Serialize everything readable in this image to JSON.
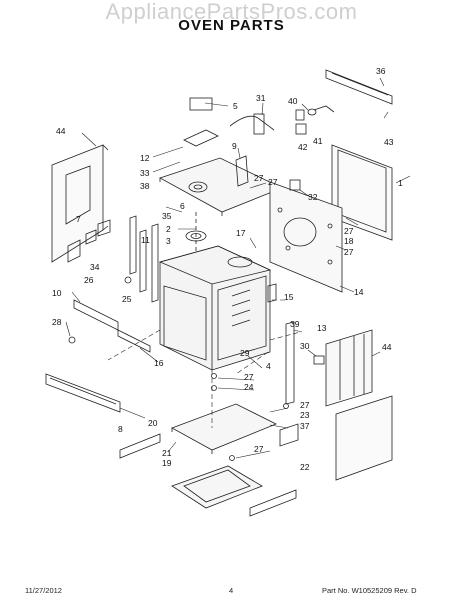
{
  "watermark": "AppliancePartsPros.com",
  "title": "OVEN PARTS",
  "callouts": [
    "1",
    "2",
    "3",
    "4",
    "5",
    "6",
    "7",
    "8",
    "9",
    "10",
    "11",
    "12",
    "13",
    "14",
    "15",
    "16",
    "17",
    "18",
    "19",
    "20",
    "21",
    "22",
    "23",
    "24",
    "25",
    "26",
    "27",
    "27",
    "27",
    "27",
    "27",
    "27",
    "27",
    "28",
    "29",
    "30",
    "31",
    "32",
    "33",
    "34",
    "35",
    "36",
    "37",
    "38",
    "39",
    "40",
    "41",
    "42",
    "43",
    "44",
    "44"
  ],
  "footer": {
    "date": "11/27/2012",
    "page": "4",
    "part_rev": "Part No. W10525209  Rev. D"
  }
}
